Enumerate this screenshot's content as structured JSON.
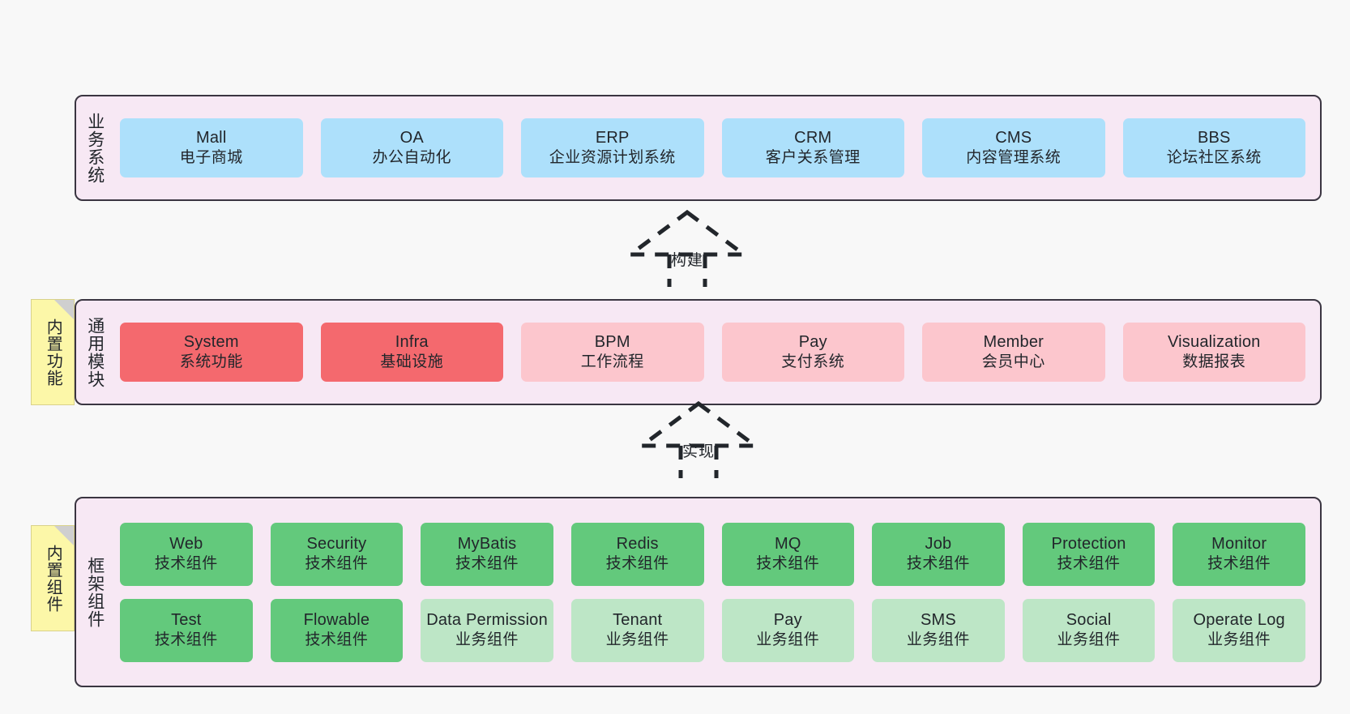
{
  "diagram": {
    "background_color": "#f8f8f8",
    "panel_color": "#f7e8f4",
    "panel_border_color": "#3a3541",
    "sticky_color": "#fcf7a8"
  },
  "layers": {
    "business": {
      "title": "业务系统",
      "card_color": "#ade0fb",
      "cards": [
        {
          "en": "Mall",
          "cn": "电子商城"
        },
        {
          "en": "OA",
          "cn": "办公自动化"
        },
        {
          "en": "ERP",
          "cn": "企业资源计划系统"
        },
        {
          "en": "CRM",
          "cn": "客户关系管理"
        },
        {
          "en": "CMS",
          "cn": "内容管理系统"
        },
        {
          "en": "BBS",
          "cn": "论坛社区系统"
        }
      ]
    },
    "common": {
      "title": "通用模块",
      "sticky": "内置功能",
      "card_color_primary": "#f4696e",
      "card_color_secondary": "#fcc6cd",
      "cards": [
        {
          "en": "System",
          "cn": "系统功能",
          "variant": "primary"
        },
        {
          "en": "Infra",
          "cn": "基础设施",
          "variant": "primary"
        },
        {
          "en": "BPM",
          "cn": "工作流程",
          "variant": "secondary"
        },
        {
          "en": "Pay",
          "cn": "支付系统",
          "variant": "secondary"
        },
        {
          "en": "Member",
          "cn": "会员中心",
          "variant": "secondary"
        },
        {
          "en": "Visualization",
          "cn": "数据报表",
          "variant": "secondary"
        }
      ]
    },
    "framework": {
      "title": "框架组件",
      "sticky": "内置组件",
      "card_color_tech": "#63c97c",
      "card_color_biz": "#bde6c6",
      "row1": [
        {
          "en": "Web",
          "cn": "技术组件"
        },
        {
          "en": "Security",
          "cn": "技术组件"
        },
        {
          "en": "MyBatis",
          "cn": "技术组件"
        },
        {
          "en": "Redis",
          "cn": "技术组件"
        },
        {
          "en": "MQ",
          "cn": "技术组件"
        },
        {
          "en": "Job",
          "cn": "技术组件"
        },
        {
          "en": "Protection",
          "cn": "技术组件"
        },
        {
          "en": "Monitor",
          "cn": "技术组件"
        }
      ],
      "row2": [
        {
          "en": "Test",
          "cn": "技术组件"
        },
        {
          "en": "Flowable",
          "cn": "技术组件"
        },
        {
          "en": "Data Permission",
          "cn": "业务组件"
        },
        {
          "en": "Tenant",
          "cn": "业务组件"
        },
        {
          "en": "Pay",
          "cn": "业务组件"
        },
        {
          "en": "SMS",
          "cn": "业务组件"
        },
        {
          "en": "Social",
          "cn": "业务组件"
        },
        {
          "en": "Operate Log",
          "cn": "业务组件"
        }
      ]
    }
  },
  "arrows": [
    {
      "label": "构建",
      "from": "common",
      "to": "business"
    },
    {
      "label": "实现",
      "from": "framework",
      "to": "common"
    }
  ]
}
